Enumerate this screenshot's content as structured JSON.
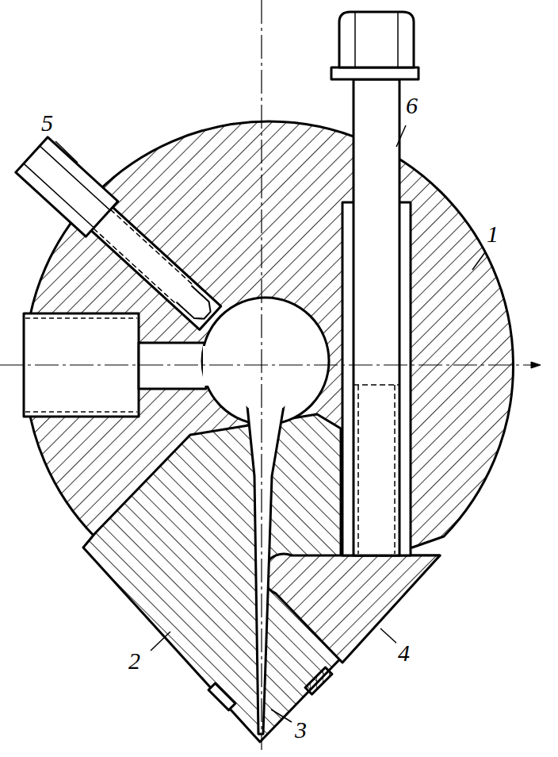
{
  "diagram": {
    "labels": [
      "5",
      "6",
      "1",
      "2",
      "3",
      "4"
    ]
  }
}
